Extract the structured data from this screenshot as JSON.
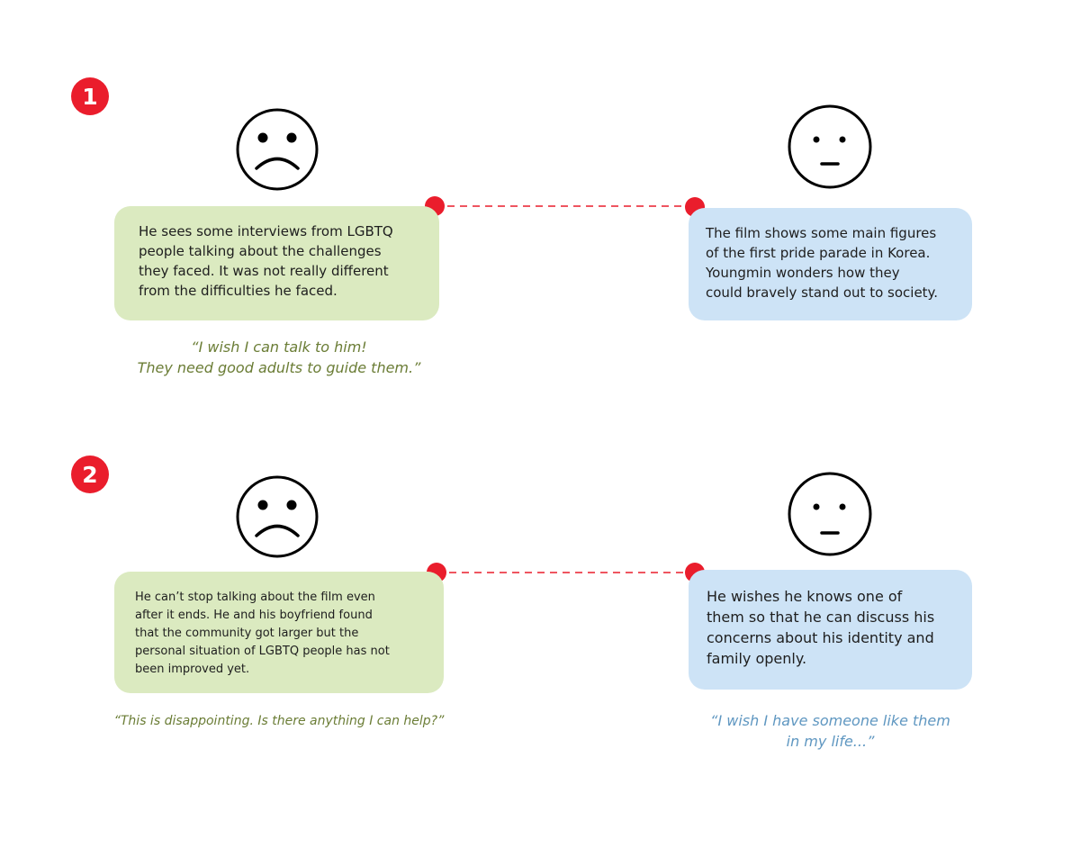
{
  "colors": {
    "badge": "#ea1d2c",
    "connector": "#ea1d2c",
    "card_green": "#dbeac0",
    "card_blue": "#cde3f6",
    "quote_green": "#6b7d36",
    "quote_blue": "#5f97c1"
  },
  "icons": {
    "sad_face": "sad-face-icon",
    "neutral_face": "neutral-face-icon"
  },
  "sections": [
    {
      "number": "1",
      "left_card": {
        "lines": [
          "He sees some interviews from LGBTQ",
          "people talking about the challenges",
          "they faced. It was not really different",
          "from the difficulties he faced."
        ]
      },
      "right_card": {
        "lines": [
          "The film shows some main figures",
          "of the first pride parade in Korea.",
          "Youngmin wonders how they",
          "could bravely stand out to society."
        ]
      },
      "left_quote": "“I wish I can talk to him!\nThey need good adults to guide them.”"
    },
    {
      "number": "2",
      "left_card": {
        "lines": [
          "He can’t stop talking about the film even",
          "after it ends. He and his boyfriend found",
          "that the community got larger but the",
          "personal situation of LGBTQ people has not",
          "been improved yet."
        ]
      },
      "right_card": {
        "lines": [
          "He wishes he knows one of",
          "them so that he can discuss his",
          "concerns about his identity and",
          "family openly."
        ]
      },
      "left_quote": "“This is disappointing. Is there anything I can help?”",
      "right_quote": "“I wish I have someone like them\nin my life...”"
    }
  ]
}
